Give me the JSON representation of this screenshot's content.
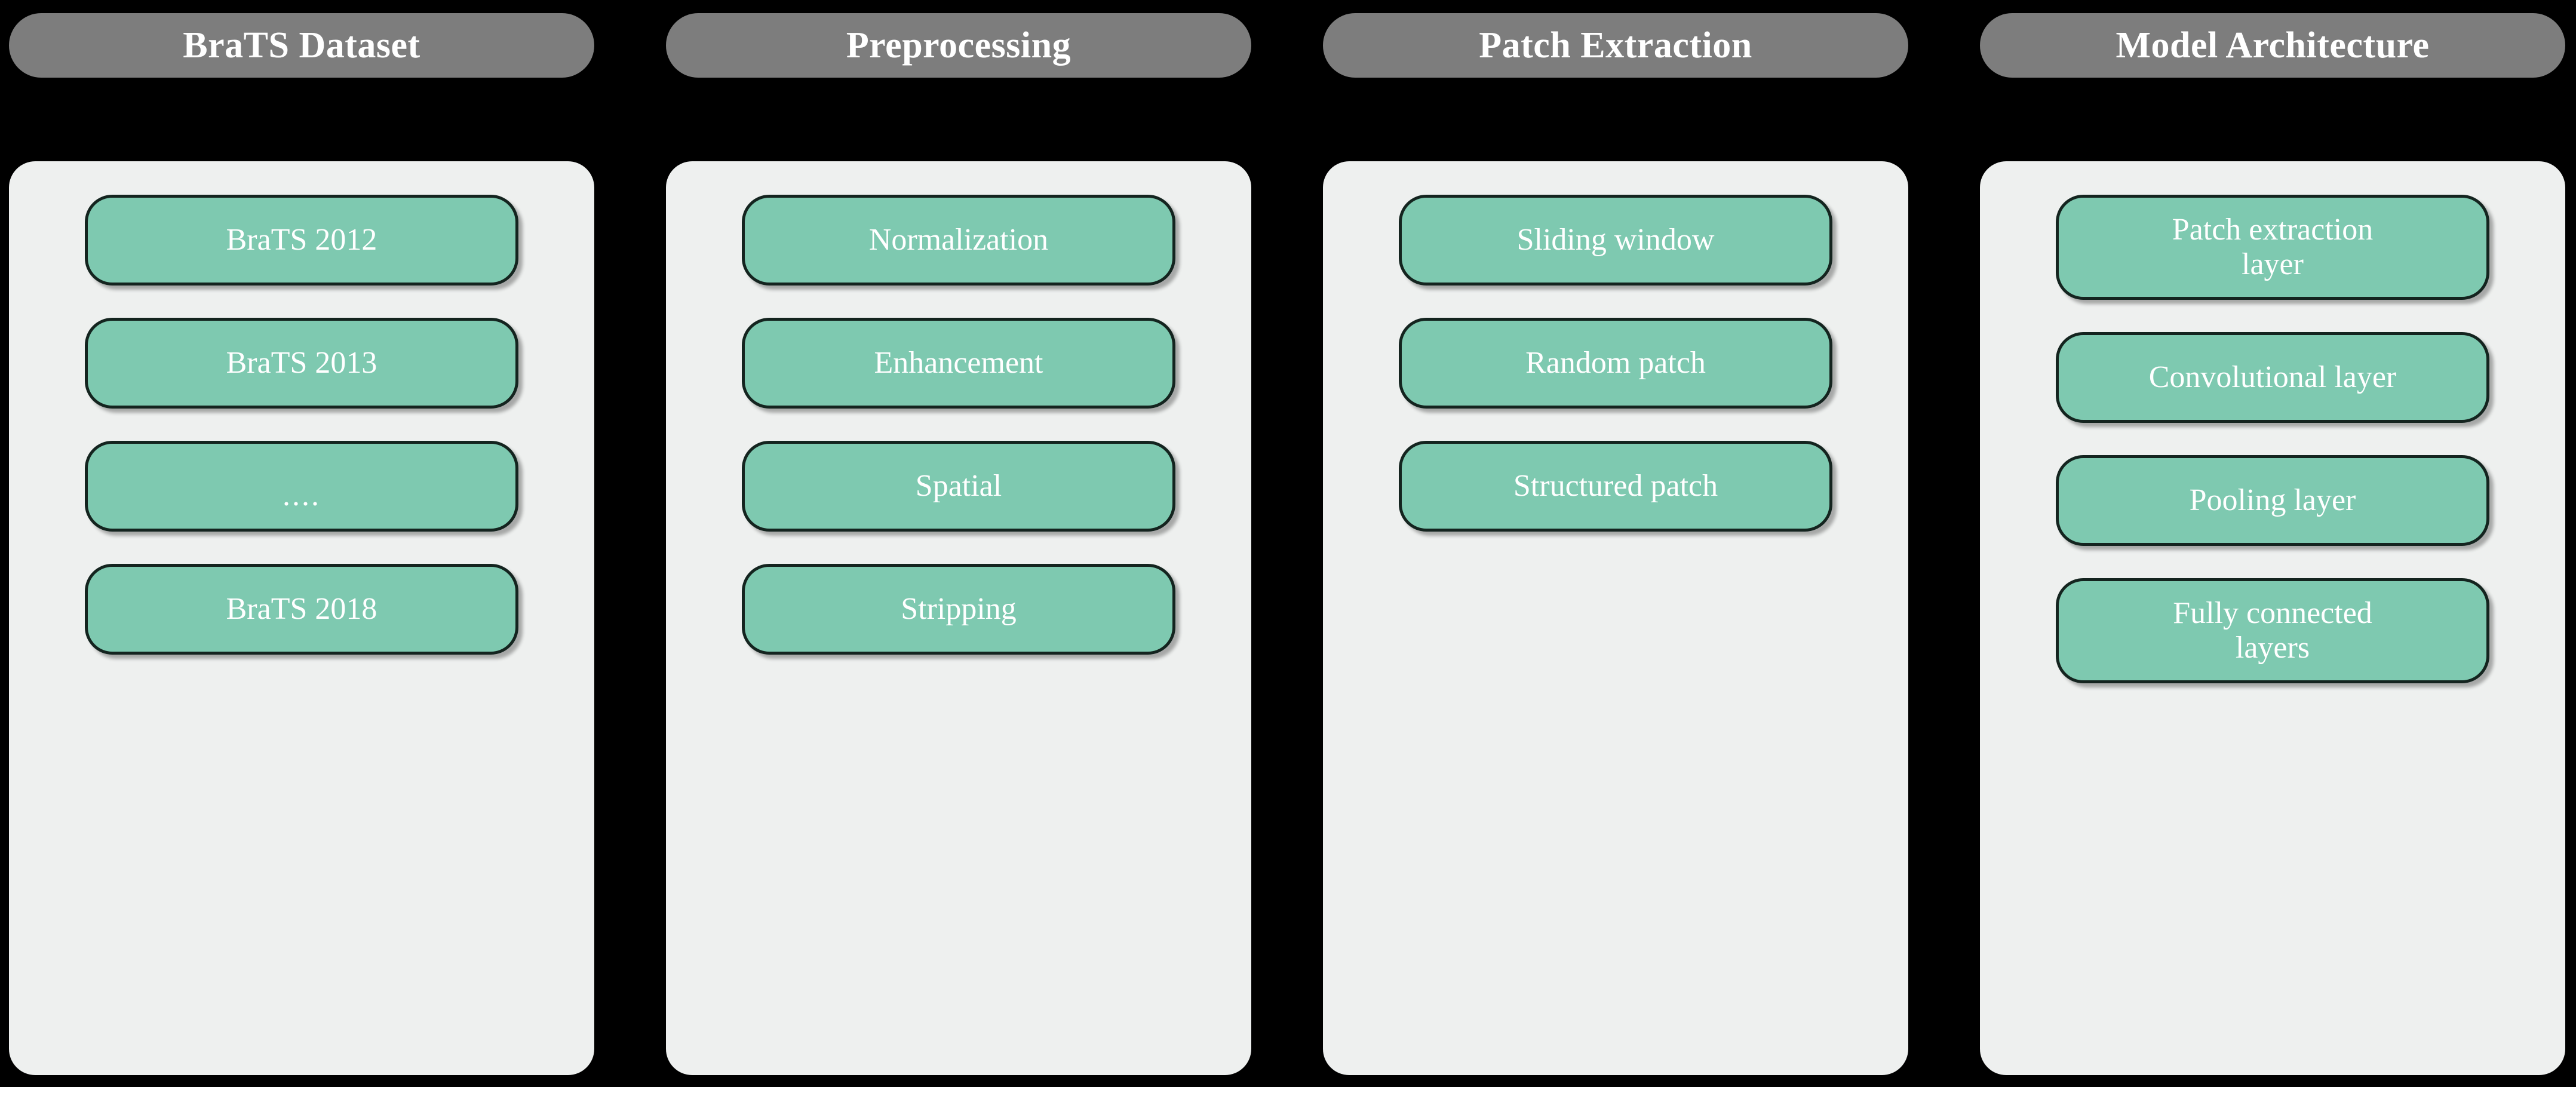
{
  "diagram": {
    "title_row": [
      "BraTS Dataset",
      "Preprocessing",
      "Patch Extraction",
      "Model Architecture"
    ],
    "colors": {
      "background": "#000000",
      "header_pill": "#7d7d7d",
      "header_text": "#ffffff",
      "panel": "#eef0ef",
      "item_pill": "#7ec9b0",
      "item_border": "#14241f",
      "item_text": "#ffffff",
      "bottom_strip": "#ffffff"
    },
    "columns": [
      {
        "header": "BraTS Dataset",
        "items": [
          {
            "label": "BraTS 2012"
          },
          {
            "label": "BraTS 2013"
          },
          {
            "label": "...."
          },
          {
            "label": "BraTS 2018"
          }
        ]
      },
      {
        "header": "Preprocessing",
        "items": [
          {
            "label": "Normalization"
          },
          {
            "label": "Enhancement"
          },
          {
            "label": "Spatial"
          },
          {
            "label": "Stripping"
          }
        ]
      },
      {
        "header": "Patch Extraction",
        "items": [
          {
            "label": "Sliding window"
          },
          {
            "label": "Random patch"
          },
          {
            "label": "Structured patch"
          }
        ]
      },
      {
        "header": "Model Architecture",
        "items": [
          {
            "label": "Patch extraction\nlayer"
          },
          {
            "label": "Convolutional layer"
          },
          {
            "label": "Pooling layer"
          },
          {
            "label": "Fully connected\nlayers"
          }
        ]
      }
    ]
  }
}
